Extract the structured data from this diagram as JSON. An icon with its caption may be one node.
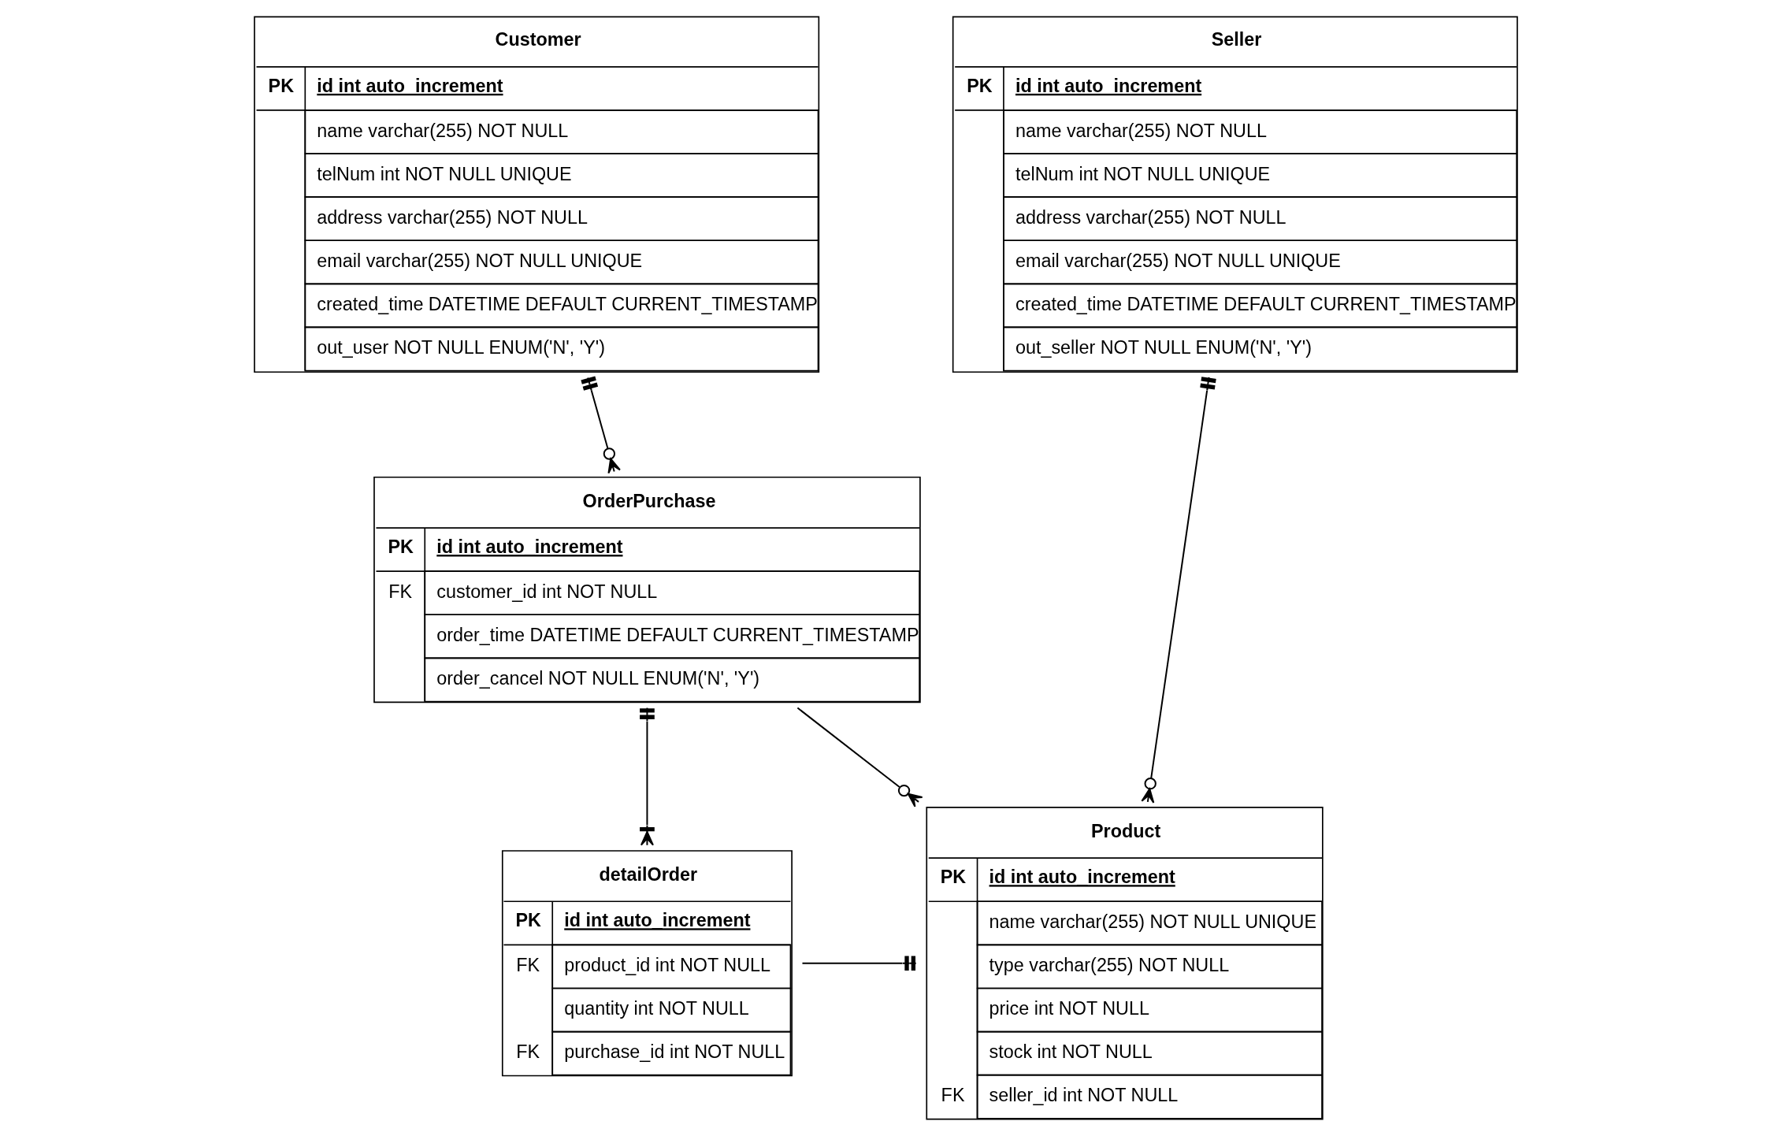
{
  "diagram": {
    "nodes": [
      {
        "text": [
          "Customer",
          "PK",
          "id int auto_increment",
          "name varchar(255) NOT NULL",
          "telNum int NOT NULL UNIQUE",
          "address varchar(255) NOT NULL",
          "email varchar(255) NOT NULL UNIQUE",
          "created_time DATETIME DEFAULT CURRENT_TIMESTAMP",
          "out_user NOT NULL ENUM('N', 'Y')"
        ]
      },
      {
        "text": [
          "Seller",
          "PK",
          "id int auto_increment",
          "name varchar(255) NOT NULL",
          "telNum int NOT NULL UNIQUE",
          "address varchar(255) NOT NULL",
          "email varchar(255) NOT NULL UNIQUE",
          "created_time DATETIME DEFAULT CURRENT_TIMESTAMP",
          "out_seller NOT NULL ENUM('N', 'Y')"
        ]
      },
      {
        "text": [
          "OrderPurchase",
          "PK",
          "id int auto_increment",
          "FK",
          "customer_id int NOT NULL",
          "order_time DATETIME DEFAULT CURRENT_TIMESTAMP",
          "order_cancel NOT NULL ENUM('N', 'Y')"
        ]
      },
      {
        "text": [
          "Product",
          "PK",
          "id int auto_increment",
          "name varchar(255) NOT NULL UNIQUE",
          "type varchar(255) NOT NULL",
          "price int NOT NULL",
          "stock int NOT NULL",
          "FK",
          "seller_id int NOT NULL"
        ]
      },
      {
        "text": [
          "detailOrder",
          "PK",
          "id int auto_increment",
          "FK",
          "product_id int NOT NULL",
          "quantity int NOT NULL",
          "FK",
          "purchase_id int NOT NULL"
        ]
      }
    ],
    "edges": [
      {
        "from": 0,
        "to": 2,
        "arrow": "other"
      },
      {
        "from": 1,
        "to": 3,
        "arrow": "other"
      },
      {
        "from": 2,
        "to": 3,
        "arrow": "other"
      },
      {
        "from": 2,
        "to": 4,
        "arrow": "other"
      },
      {
        "from": 4,
        "to": 3,
        "arrow": "other"
      }
    ]
  }
}
